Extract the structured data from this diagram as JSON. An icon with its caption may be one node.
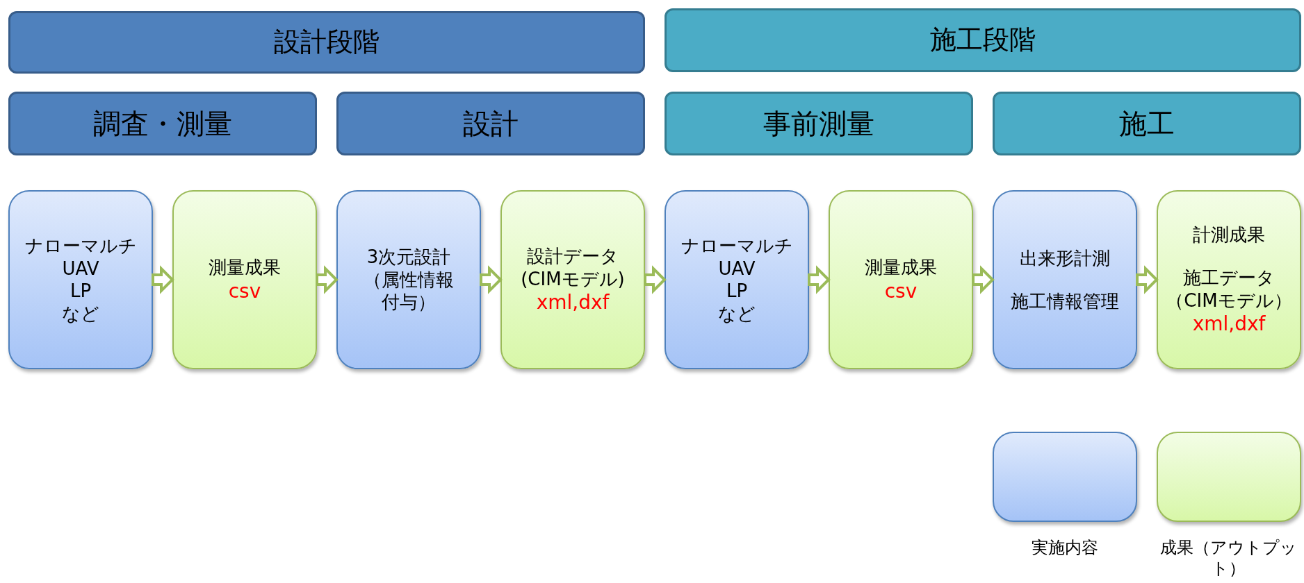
{
  "diagram": {
    "nodes": [
      {
        "text": [
          "設計段階"
        ]
      },
      {
        "text": [
          "施工段階"
        ]
      },
      {
        "text": [
          "調査・測量"
        ]
      },
      {
        "text": [
          "設計"
        ]
      },
      {
        "text": [
          "事前測量"
        ]
      },
      {
        "text": [
          "施工"
        ]
      },
      {
        "text": [
          "ナローマルチ",
          "UAV",
          "LP",
          "など"
        ]
      },
      {
        "text": [
          "測量成果",
          "csv"
        ]
      },
      {
        "text": [
          "3次元設計",
          "（属性情報",
          "付与）"
        ]
      },
      {
        "text": [
          "設計データ",
          "(CIMモデル)",
          "xml,dxf"
        ]
      },
      {
        "text": [
          "ナローマルチ",
          "UAV",
          "LP",
          "など"
        ]
      },
      {
        "text": [
          "測量成果",
          "csv"
        ]
      },
      {
        "text": [
          "出来形計測",
          "施工情報管理"
        ]
      },
      {
        "text": [
          "計測成果",
          "施工データ",
          "（CIMモデル）",
          "xml,dxf"
        ]
      }
    ],
    "edges": [
      {
        "from": 6,
        "to": 7,
        "arrow": "to"
      },
      {
        "from": 7,
        "to": 8,
        "arrow": "to"
      },
      {
        "from": 8,
        "to": 9,
        "arrow": "to"
      },
      {
        "from": 9,
        "to": 10,
        "arrow": "to"
      },
      {
        "from": 10,
        "to": 11,
        "arrow": "to"
      },
      {
        "from": 11,
        "to": 12,
        "arrow": "to"
      },
      {
        "from": 12,
        "to": 13,
        "arrow": "to"
      }
    ],
    "legend": [
      {
        "text": "実施内容",
        "color": "#b9d0f8"
      },
      {
        "text": "成果（アウトプット）",
        "color": "#e6f9c4"
      }
    ]
  }
}
